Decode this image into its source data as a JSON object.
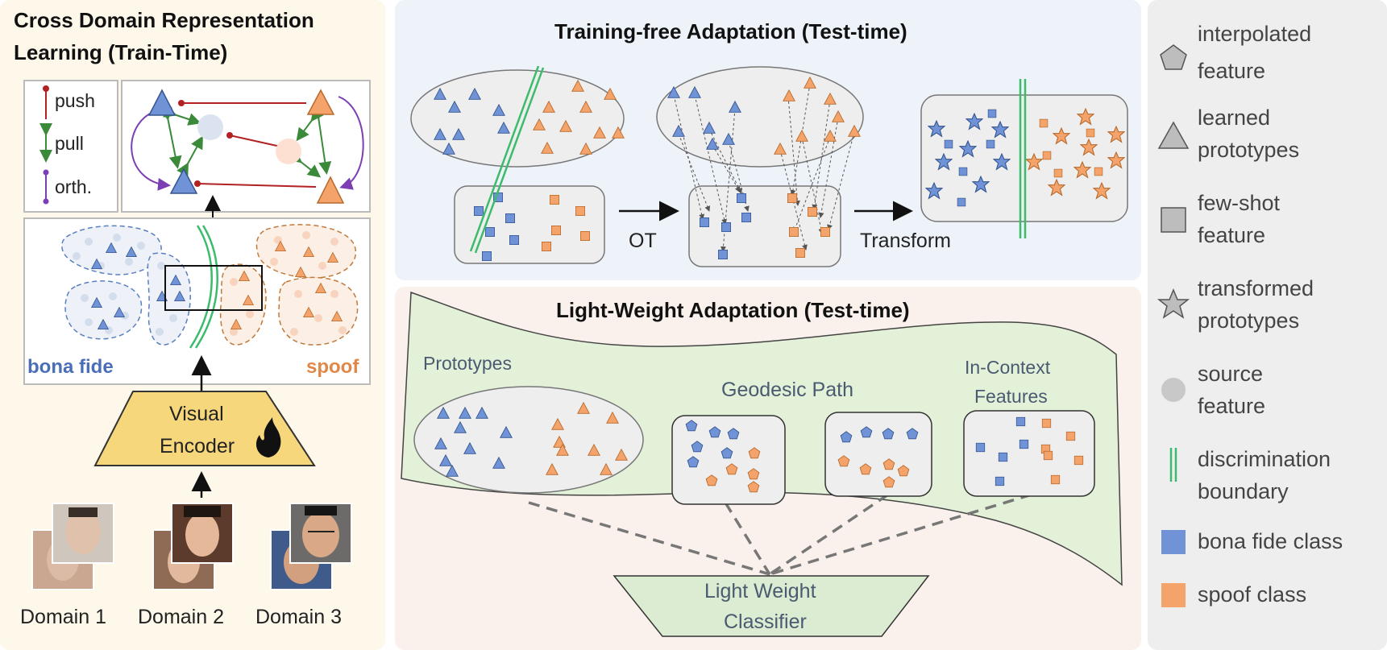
{
  "left": {
    "title_line1": "Cross Domain Representation",
    "title_line2": "Learning (Train-Time)",
    "relations": [
      "push",
      "pull",
      "orth."
    ],
    "bona_fide_label": "bona fide",
    "spoof_label": "spoof",
    "encoder_line1": "Visual",
    "encoder_line2": "Encoder",
    "domains": [
      "Domain 1",
      "Domain 2",
      "Domain 3"
    ]
  },
  "top": {
    "title": "Training-free Adaptation (Test-time)",
    "ot_label": "OT",
    "transform_label": "Transform"
  },
  "bottom": {
    "title": "Light-Weight Adaptation (Test-time)",
    "prototypes_label": "Prototypes",
    "geodesic_label": "Geodesic Path",
    "incontext_line1": "In-Context",
    "incontext_line2": "Features",
    "classifier_line1": "Light Weight",
    "classifier_line2": "Classifier"
  },
  "legend": {
    "items": [
      {
        "line1": "interpolated",
        "line2": "feature",
        "icon": "pentagon-icon"
      },
      {
        "line1": "learned",
        "line2": "prototypes",
        "icon": "triangle-icon"
      },
      {
        "line1": "few-shot",
        "line2": "feature",
        "icon": "square-icon"
      },
      {
        "line1": "transformed",
        "line2": "prototypes",
        "icon": "star-icon"
      },
      {
        "line1": "source",
        "line2": "feature",
        "icon": "circle-icon"
      },
      {
        "line1": "discrimination",
        "line2": "boundary",
        "icon": "double-line-icon"
      },
      {
        "line1": "bona fide class",
        "line2": "",
        "icon": "blue-square-icon"
      },
      {
        "line1": "spoof class",
        "line2": "",
        "icon": "orange-square-icon"
      }
    ]
  },
  "colors": {
    "bona_fide": "#6f93d6",
    "spoof": "#f4a36a",
    "boundary": "#3dbb6c",
    "push": "#b22222",
    "pull": "#3a8a3a",
    "orth": "#7b3fb3",
    "encoder": "#f7d77c",
    "classifier": "#dcecd2"
  }
}
